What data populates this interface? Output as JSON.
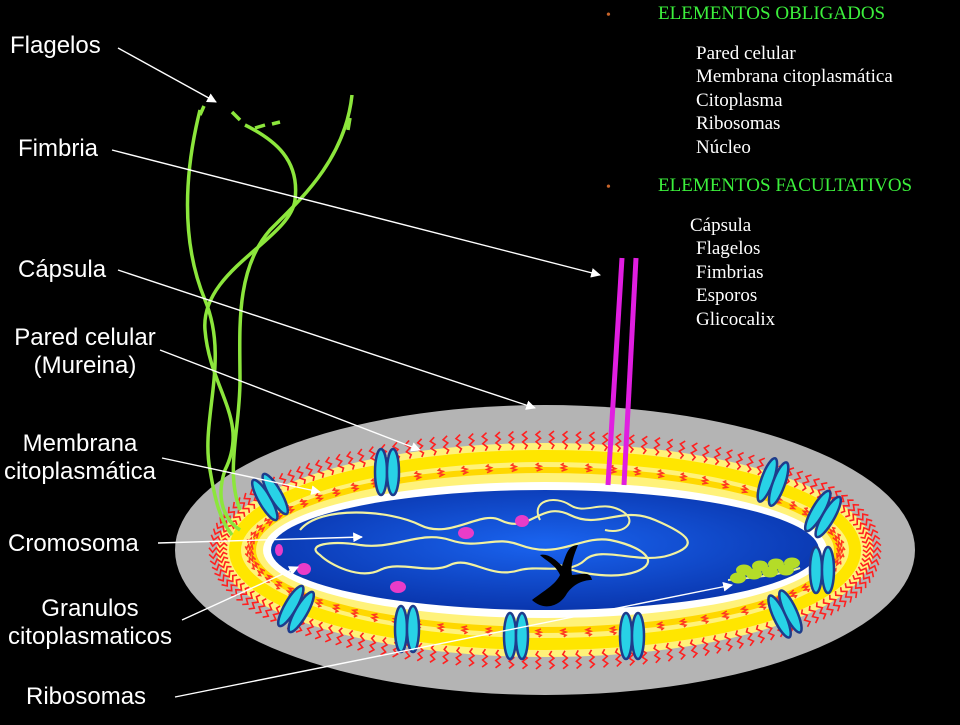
{
  "labels": {
    "flagelos": "Flagelos",
    "fimbria": "Fimbria",
    "capsula": "Cápsula",
    "pared_line1": "Pared celular",
    "pared_line2": "(Mureina)",
    "membrana_line1": "Membrana",
    "membrana_line2": "citoplasmática",
    "cromosoma": "Cromosoma",
    "granulos_line1": "Granulos",
    "granulos_line2": "citoplasmaticos",
    "ribosomas": "Ribosomas"
  },
  "obligados": {
    "heading": "ELEMENTOS OBLIGADOS",
    "items": [
      "Pared celular",
      "Membrana citoplasmática",
      "Citoplasma",
      "Ribosomas",
      "Núcleo"
    ]
  },
  "facultativos": {
    "heading": "ELEMENTOS FACULTATIVOS",
    "items": [
      "Cápsula",
      "Flagelos",
      "Fimbrias",
      "Esporos",
      "Glicocalix"
    ]
  },
  "colors": {
    "background": "#000000",
    "heading": "#3cf03c",
    "bullet": "#c8642a",
    "capsule": "#b4b4b4",
    "cytoplasm": "#0a3ec8",
    "flagella": "#8ce63c",
    "fimbria": "#e01ee0",
    "lipid_tails": "#ff2020",
    "lipid_heads": "#ffe600"
  }
}
